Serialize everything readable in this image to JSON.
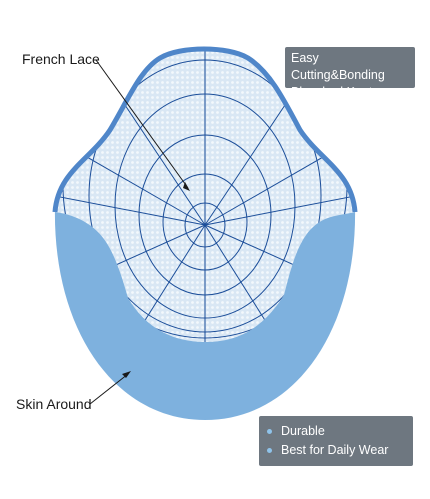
{
  "labels": {
    "french_lace": "French Lace",
    "skin_around": "Skin Around"
  },
  "feature_box": {
    "line1": "Easy Cutting&Bonding",
    "line2": "Bleached Knot"
  },
  "benefits": [
    "Durable",
    "Best for Daily Wear"
  ],
  "colors": {
    "skin": "#7eb1de",
    "lace_fill": "#d6e5f3",
    "lace_rim": "#4f86c9",
    "grid_lines": "#1d4f9a",
    "info_box": "#6e7780",
    "bullet": "#8fc3ea"
  }
}
